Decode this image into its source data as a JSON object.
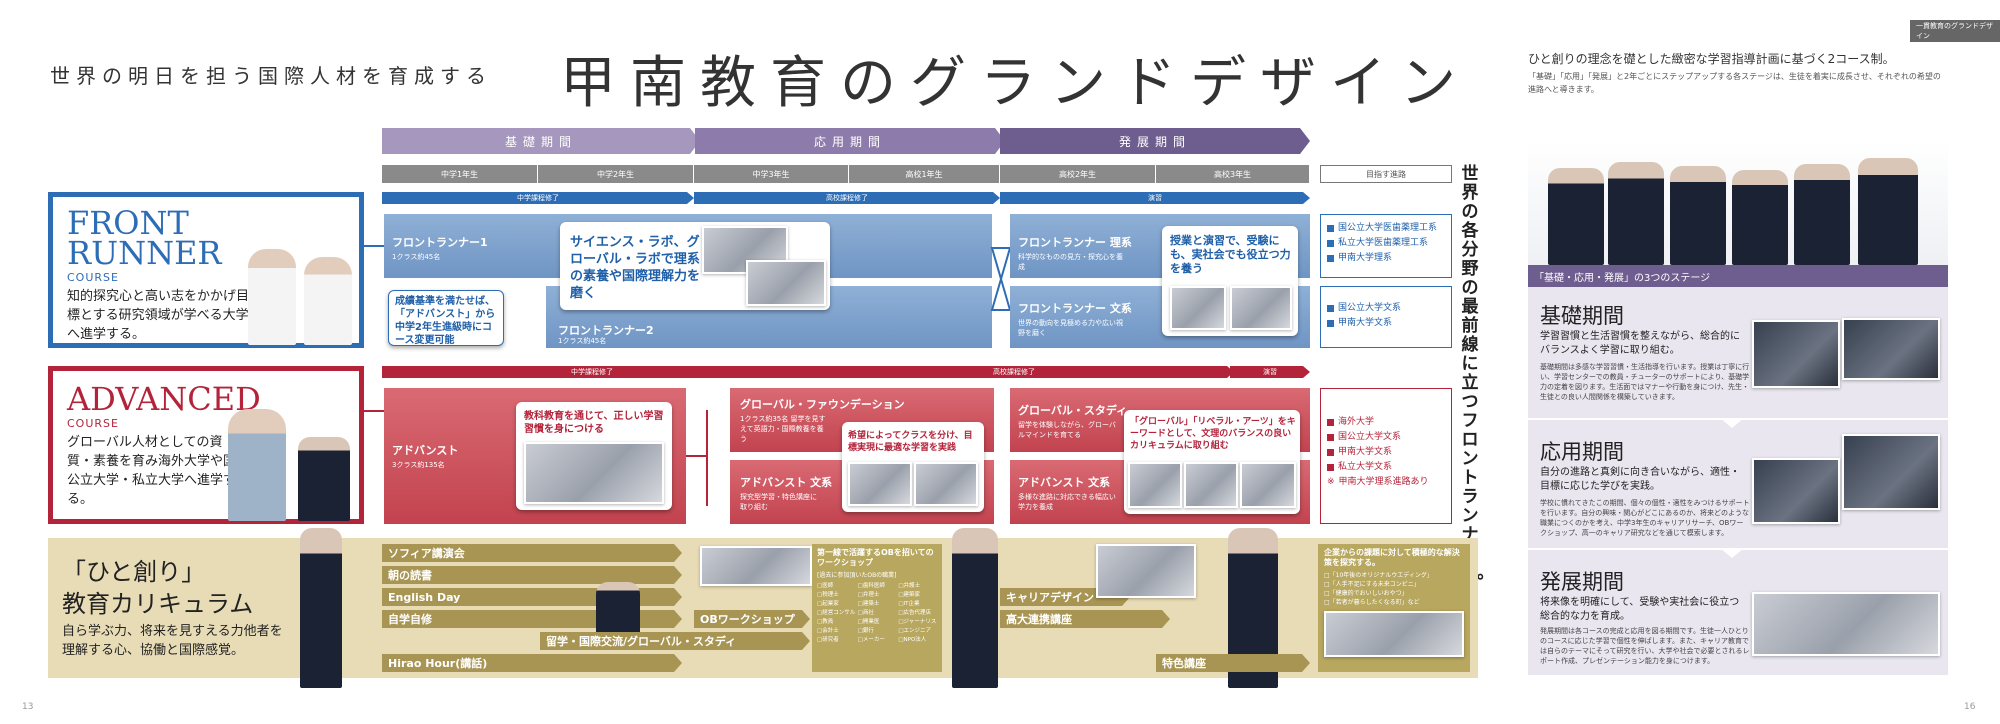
{
  "header": {
    "subtitle": "世界の明日を担う国際人材を育成する",
    "title": "甲南教育のグランドデザイン",
    "top_right_tag": "一貫教育のグランドデザイン",
    "intro_title": "ひと創りの理念を礎とした緻密な学習指導計画に基づく2コース制。",
    "intro_body": "「基礎」「応用」「発展」と2年ごとにステップアップする各ステージは、生徒を着実に成長させ、それぞれの希望の進路へと導きます。"
  },
  "phases": [
    "基礎期間",
    "応用期間",
    "発展期間"
  ],
  "grades": [
    "中学1年生",
    "中学2年生",
    "中学3年生",
    "高校1年生",
    "高校2年生",
    "高校3年生"
  ],
  "goal_header": "目指す進路",
  "front_bar": [
    "中学課程修了",
    "高校課程修了",
    "演習"
  ],
  "advanced_bar": [
    "中学課程修了",
    "高校課程修了",
    "演習"
  ],
  "front": {
    "en1": "FRONT",
    "en2": "RUNNER",
    "sub": "COURSE",
    "desc": "知的探究心と高い志をかかげ目標とする研究領域が学べる大学へ進学する。",
    "fr1_label": "フロントランナー1",
    "fr1_sub": "1クラス約45名",
    "fr2_label": "フロントランナー2",
    "fr2_sub": "1クラス約45名",
    "change_note": "成績基準を満たせば、「アドバンスト」から中学2年生進級時にコース変更可能",
    "lab_card": "サイエンス・ラボ、グローバル・ラボで理系の素養や国際理解力を磨く",
    "science_label": "フロントランナー 理系",
    "science_sub": "科学的なものの見方・探究心を養成",
    "humanities_label": "フロントランナー 文系",
    "humanities_sub": "世界の動向を見極める力や広い視野を磨く",
    "practice_card": "授業と演習で、受験にも、実社会でも役立つ力を養う",
    "goals_science": [
      "国公立大学医歯薬理工系",
      "私立大学医歯薬理工系",
      "甲南大学理系"
    ],
    "goals_humanities": [
      "国公立大学文系",
      "甲南大学文系"
    ]
  },
  "advanced": {
    "en1": "ADVANCED",
    "sub": "COURSE",
    "desc": "グローバル人材としての資質・素養を育み海外大学や国公立大学・私立大学へ進学する。",
    "adv_label": "アドバンスト",
    "adv_sub": "3クラス約135名",
    "edu_card": "教科教育を通じて、正しい学習習慣を身につける",
    "foundation_label": "グローバル・ファウンデーション",
    "foundation_sub": "1クラス約35名 留学を見すえて英語力・国際教養を養う",
    "adv_humanities_label": "アドバンスト 文系",
    "adv_humanities_sub": "探究型学習・特色講座に取り組む",
    "class_card": "希望によってクラスを分け、目標実現に最適な学習を実践",
    "study_label": "グローバル・スタディ",
    "study_sub": "留学を体験しながら、グローバルマインドを育てる",
    "adv_humanities2_label": "アドバンスト 文系",
    "adv_humanities2_sub": "多様な進路に対応できる幅広い学力を養成",
    "liberal_card": "「グローバル」「リベラル・アーツ」をキーワードとして、文理のバランスの良いカリキュラムに取り組む",
    "goals": [
      "海外大学",
      "国公立大学文系",
      "甲南大学文系",
      "私立大学文系",
      "甲南大学理系進路あり"
    ]
  },
  "curriculum": {
    "title1": "「ひと創り」",
    "title2": "教育カリキュラム",
    "desc": "自ら学ぶ力、将来を見すえる力他者を理解する心、協働と国際感覚。",
    "bars": [
      "ソフィア講演会",
      "朝の読書",
      "English Day",
      "自学自修",
      "Hirao Hour(講話)"
    ],
    "study_abroad": "留学・国際交流/グローバル・スタディ",
    "ob_workshop": "OBワークショップ",
    "career": "キャリアデザイン",
    "univ": "高大連携講座",
    "special": "特色講座",
    "ob_box_title": "第一線で活躍するOBを招いてのワークショップ",
    "ob_box_sub": "[過去に参加頂いたOBの職業]",
    "ob_jobs": [
      "医師",
      "歯科医師",
      "弁護士",
      "税理士",
      "弁理士",
      "建築家",
      "起業家",
      "建築士",
      "IT企業",
      "経営コンサルタント",
      "商社",
      "広告代理店",
      "教員",
      "開業医",
      "ジャーナリスト",
      "会計士",
      "銀行",
      "エンジニア",
      "研究者",
      "メーカー",
      "NPO法人"
    ],
    "company_box_title": "企業からの課題に対して積極的な解決策を探究する。",
    "company_items": [
      "「10年後のオリジナルウエディング」",
      "「人手不足にする未来コンビニ」",
      "「健康的でおいしいおやつ」",
      "「若者が暮らしたくなる町」など"
    ]
  },
  "vertical_text": "世界の各分野の最前線に立つフロントランナーへ。",
  "right_panel": {
    "banner": "「基礎・応用・発展」の3つのステージ",
    "stages": [
      {
        "title": "基礎期間",
        "lead": "学習習慣と生活習慣を整えながら、総合的にバランスよく学習に取り組む。",
        "body": "基礎期間は多感な学習習慣・生活指導を行います。授業は丁寧に行い、学習センターでの教員・チューターのサポートにより、基礎学力の定着を図ります。生活面ではマナーや行動を身につけ、先生・生徒との良い人間関係を構築していきます。"
      },
      {
        "title": "応用期間",
        "lead": "自分の進路と真剣に向き合いながら、適性・目標に応じた学びを実践。",
        "body": "学校に慣れてきたこの期間、個々の個性・適性をみつけるサポートを行います。自分の興味・関心がどこにあるのか、将来どのような職業につくのかを考え、中学3年生のキャリアリサーチ、OBワークショップ、高一のキャリア研究などを通じて模索します。"
      },
      {
        "title": "発展期間",
        "lead": "将来像を明確にして、受験や実社会に役立つ総合的な力を育成。",
        "body": "発展期間は各コースの完成と応用を図る期間です。生徒一人ひとりのコースに応じた学習で個性を伸ばします。また、キャリア教育では自らのテーマにそって研究を行い、大学や社会で必要とされるレポート作成、プレゼンテーション能力を身につけます。"
      }
    ]
  },
  "page_numbers": [
    "13",
    "16"
  ],
  "colors": {
    "phase1": "#a597bd",
    "phase2": "#8d7bab",
    "phase3": "#6e5d8f",
    "blue": "#2d6db5",
    "red": "#b3243b",
    "tan": "#e8dcb7",
    "olive": "#a89553"
  }
}
